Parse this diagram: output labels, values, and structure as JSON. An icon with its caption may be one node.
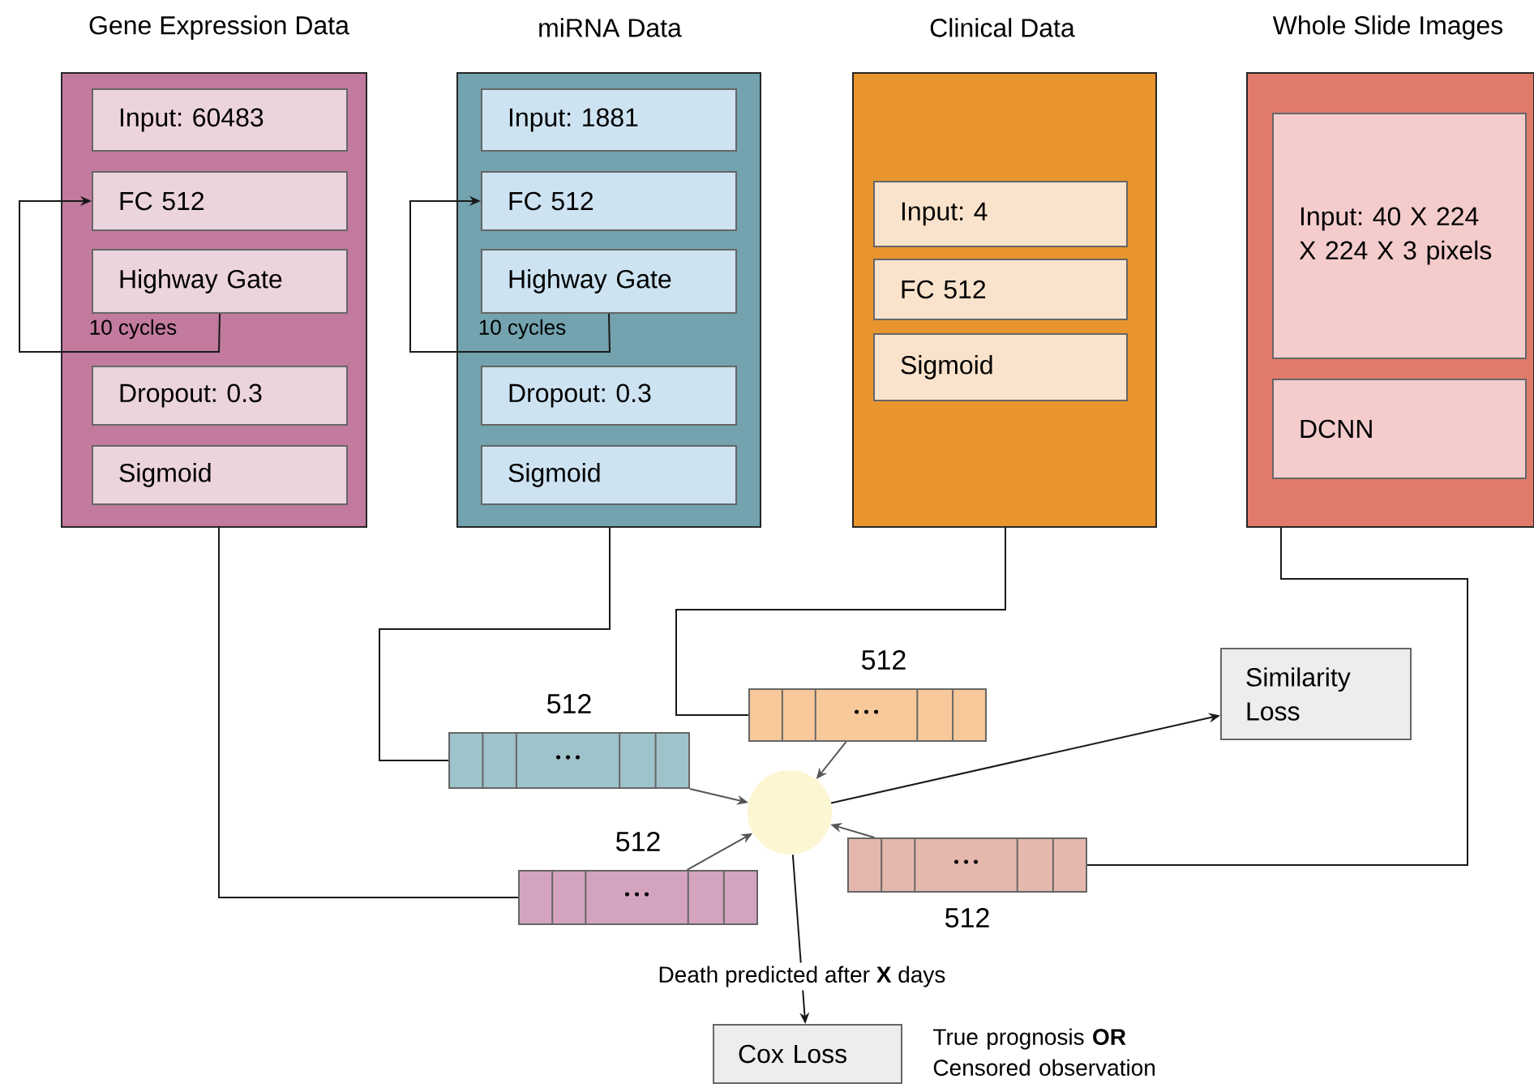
{
  "diagram": {
    "nodes": [
      {
        "text": [
          "Gene Expression Data"
        ]
      },
      {
        "text": [
          "Input: 60483"
        ],
        "in": 0
      },
      {
        "text": [
          "FC 512"
        ],
        "in": 0
      },
      {
        "text": [
          "Highway Gate"
        ],
        "in": 0
      },
      {
        "text": [
          "Dropout: 0.3"
        ],
        "in": 0
      },
      {
        "text": [
          "Sigmoid"
        ],
        "in": 0
      },
      {
        "text": [
          "miRNA Data"
        ]
      },
      {
        "text": [
          "Input: 1881"
        ],
        "in": 6
      },
      {
        "text": [
          "FC 512"
        ],
        "in": 6
      },
      {
        "text": [
          "Highway Gate"
        ],
        "in": 6
      },
      {
        "text": [
          "Dropout: 0.3"
        ],
        "in": 6
      },
      {
        "text": [
          "Sigmoid"
        ],
        "in": 6
      },
      {
        "text": [
          "Clinical Data"
        ]
      },
      {
        "text": [
          "Input: 4"
        ],
        "in": 12
      },
      {
        "text": [
          "FC 512"
        ],
        "in": 12
      },
      {
        "text": [
          "Sigmoid"
        ],
        "in": 12
      },
      {
        "text": [
          "Whole Slide Images"
        ]
      },
      {
        "text": [
          "Input: 40 X 224 X 224 X 3 pixels"
        ],
        "in": 16
      },
      {
        "text": [
          "DCNN"
        ],
        "in": 16
      },
      {
        "text": [
          "512"
        ]
      },
      {
        "text": [
          "512"
        ]
      },
      {
        "text": [
          "512"
        ]
      },
      {
        "text": [
          "512"
        ]
      },
      {
        "text": [],
        "shape": "circle"
      },
      {
        "text": [
          "Similarity Loss"
        ]
      },
      {
        "text": [
          "Cox Loss"
        ],
        "beside": [
          "True prognosis **OR** Censored observation"
        ]
      }
    ],
    "edges": [
      {
        "from": 3,
        "to": 2,
        "arrow": "to",
        "label": "10 cycles"
      },
      {
        "from": 9,
        "to": 8,
        "arrow": "to",
        "label": "10 cycles"
      },
      {
        "from": 0,
        "to": 19,
        "arrow": "none"
      },
      {
        "from": 6,
        "to": 20,
        "arrow": "none"
      },
      {
        "from": 12,
        "to": 21,
        "arrow": "none"
      },
      {
        "from": 16,
        "to": 22,
        "arrow": "none"
      },
      {
        "from": 19,
        "to": 23,
        "arrow": "to",
        "color": "#555555"
      },
      {
        "from": 20,
        "to": 23,
        "arrow": "to",
        "color": "#555555"
      },
      {
        "from": 21,
        "to": 23,
        "arrow": "to",
        "color": "#555555"
      },
      {
        "from": 22,
        "to": 23,
        "arrow": "to",
        "color": "#555555"
      },
      {
        "from": 23,
        "to": 24,
        "arrow": "to"
      },
      {
        "from": 23,
        "to": 25,
        "arrow": "to",
        "label": "Death predicted after **X** days"
      }
    ]
  }
}
